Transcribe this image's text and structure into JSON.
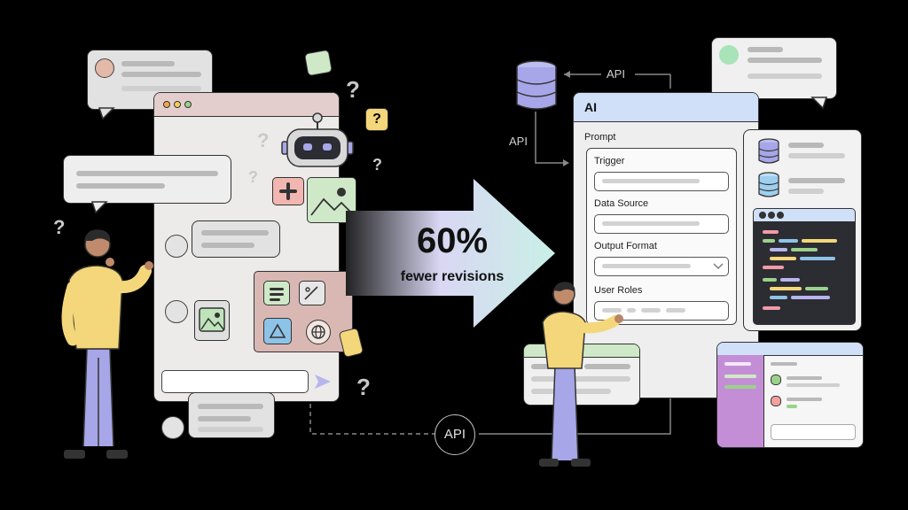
{
  "stat": {
    "value": "60%",
    "caption": "fewer revisions"
  },
  "api_labels": {
    "top": "API",
    "left": "API",
    "bottom": "API"
  },
  "ai_panel": {
    "title": "AI",
    "section": "Prompt",
    "fields": [
      {
        "label": "Trigger"
      },
      {
        "label": "Data Source"
      },
      {
        "label": "Output Format"
      },
      {
        "label": "User Roles"
      }
    ]
  },
  "colors": {
    "background": "#000000",
    "yellow": "#f4d77a",
    "lavender": "#a7a6e8",
    "pink_browser": "#e6cfcf",
    "purple": "#c48ed6",
    "green": "#cfe9c8",
    "blue_header": "#cfe0f8"
  },
  "icons": [
    "robot-icon",
    "database-icon",
    "image-icon",
    "document-icon",
    "globe-icon",
    "send-icon",
    "slack-icon",
    "question-mark-icon"
  ]
}
